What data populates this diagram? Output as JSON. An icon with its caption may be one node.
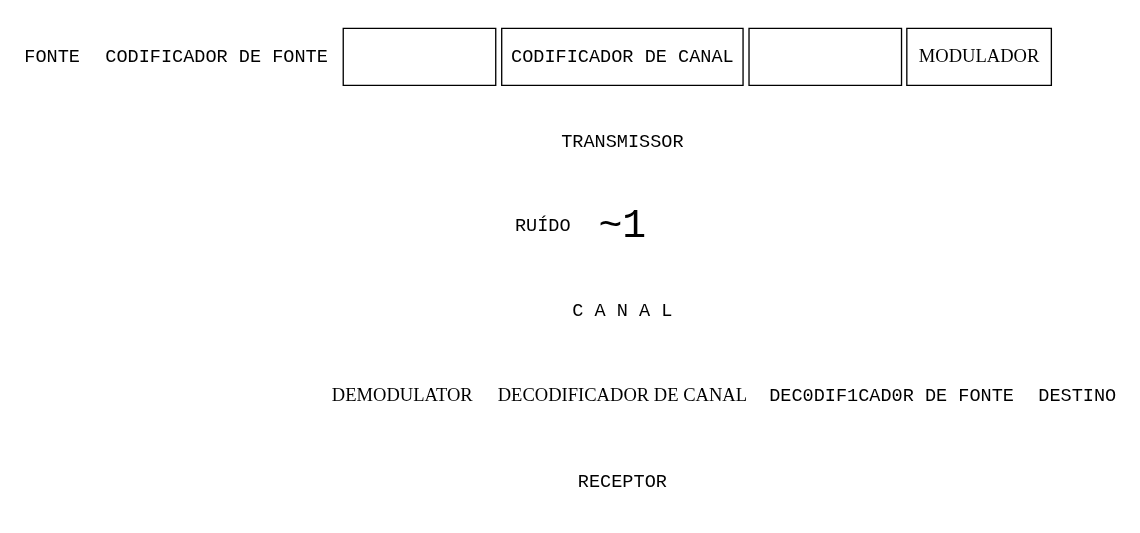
{
  "diagram": {
    "nodes": [
      {
        "text": [
          "FONTE"
        ]
      },
      {
        "text": [
          "CODIFICADOR DE FONTE"
        ]
      },
      {
        "text": [],
        "shape": "box"
      },
      {
        "text": [
          "CODIFICADOR DE CANAL"
        ]
      },
      {
        "text": [],
        "shape": "box"
      },
      {
        "text": [
          "MODULADOR"
        ]
      },
      {
        "text": [
          "DEMODULATOR"
        ]
      },
      {
        "text": [
          "DECODIFICADOR DE CANAL"
        ]
      },
      {
        "text": [
          "DEC0DIF1CAD0R DE FONTE"
        ]
      },
      {
        "text": [
          "DESTINO"
        ]
      }
    ],
    "edges": [],
    "labels": [
      "TRANSMISSOR",
      "RUÍDO",
      "~1",
      "C A N A L",
      "RECEPTOR"
    ]
  }
}
